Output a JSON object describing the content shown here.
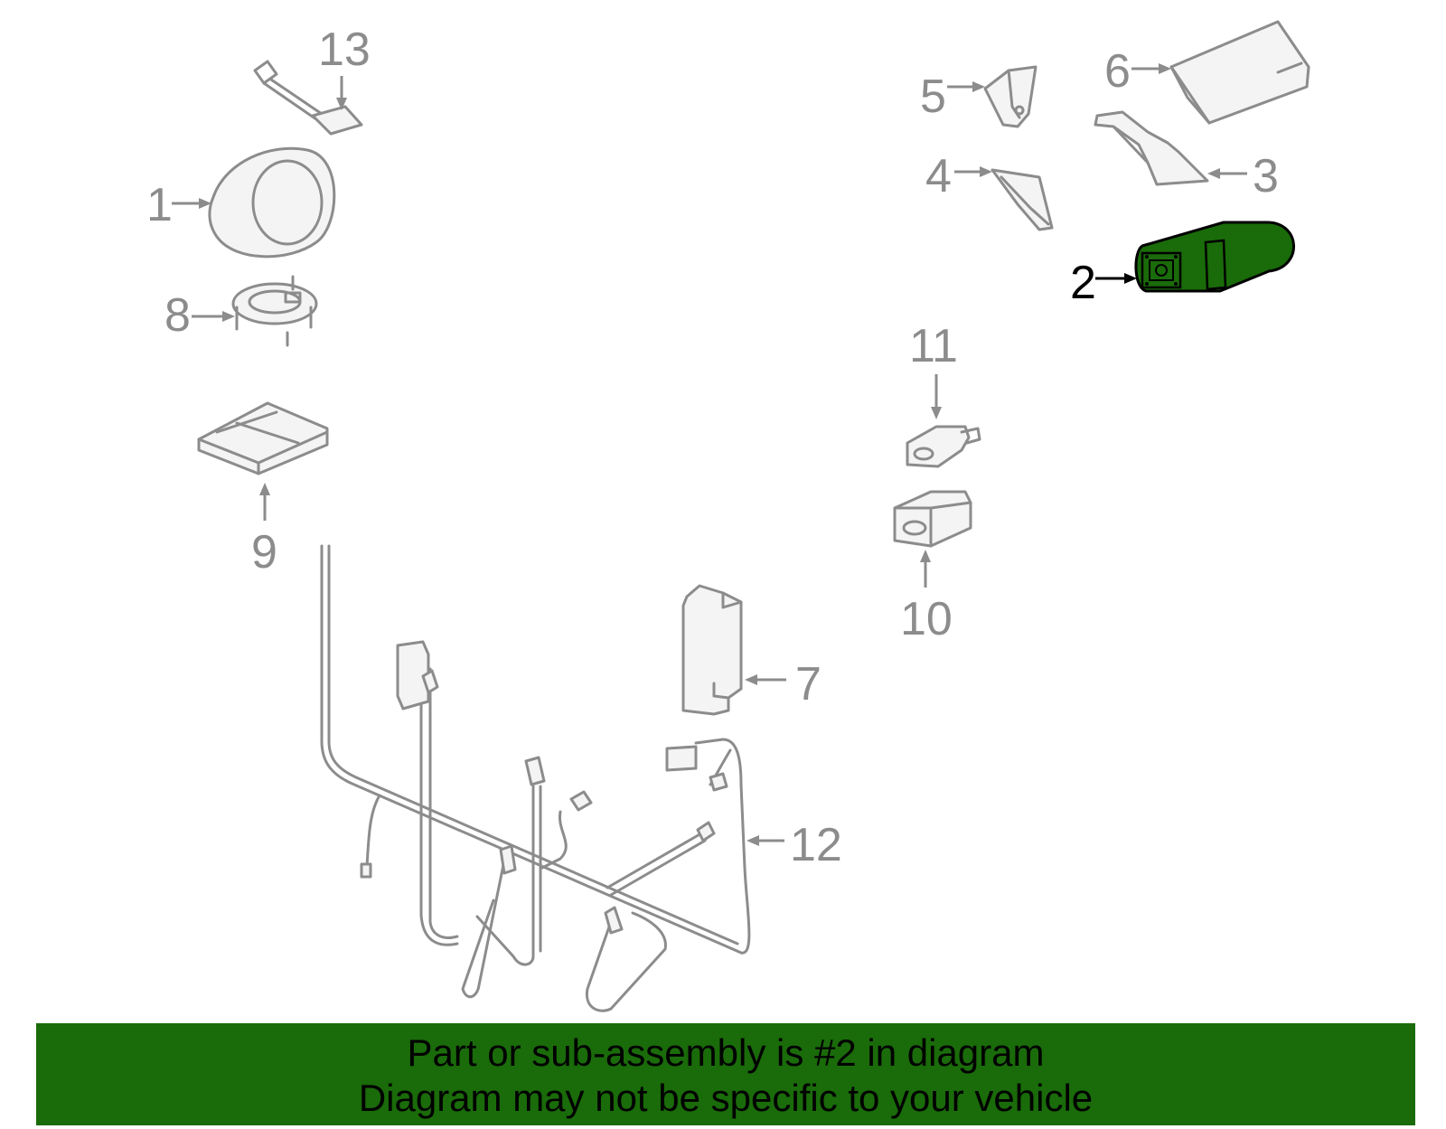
{
  "colors": {
    "highlight_fill": "#1a6b0a",
    "part_stroke": "#8c8c8c",
    "banner_background": "#1a6b0a",
    "highlight_label": "#000000"
  },
  "highlighted_part": "2",
  "callouts": {
    "c1": "1",
    "c2": "2",
    "c3": "3",
    "c4": "4",
    "c5": "5",
    "c6": "6",
    "c7": "7",
    "c8": "8",
    "c9": "9",
    "c10": "10",
    "c11": "11",
    "c12": "12",
    "c13": "13"
  },
  "banner": {
    "line1": "Part or sub-assembly is #2 in diagram",
    "line2": "Diagram may not be specific to your vehicle"
  }
}
